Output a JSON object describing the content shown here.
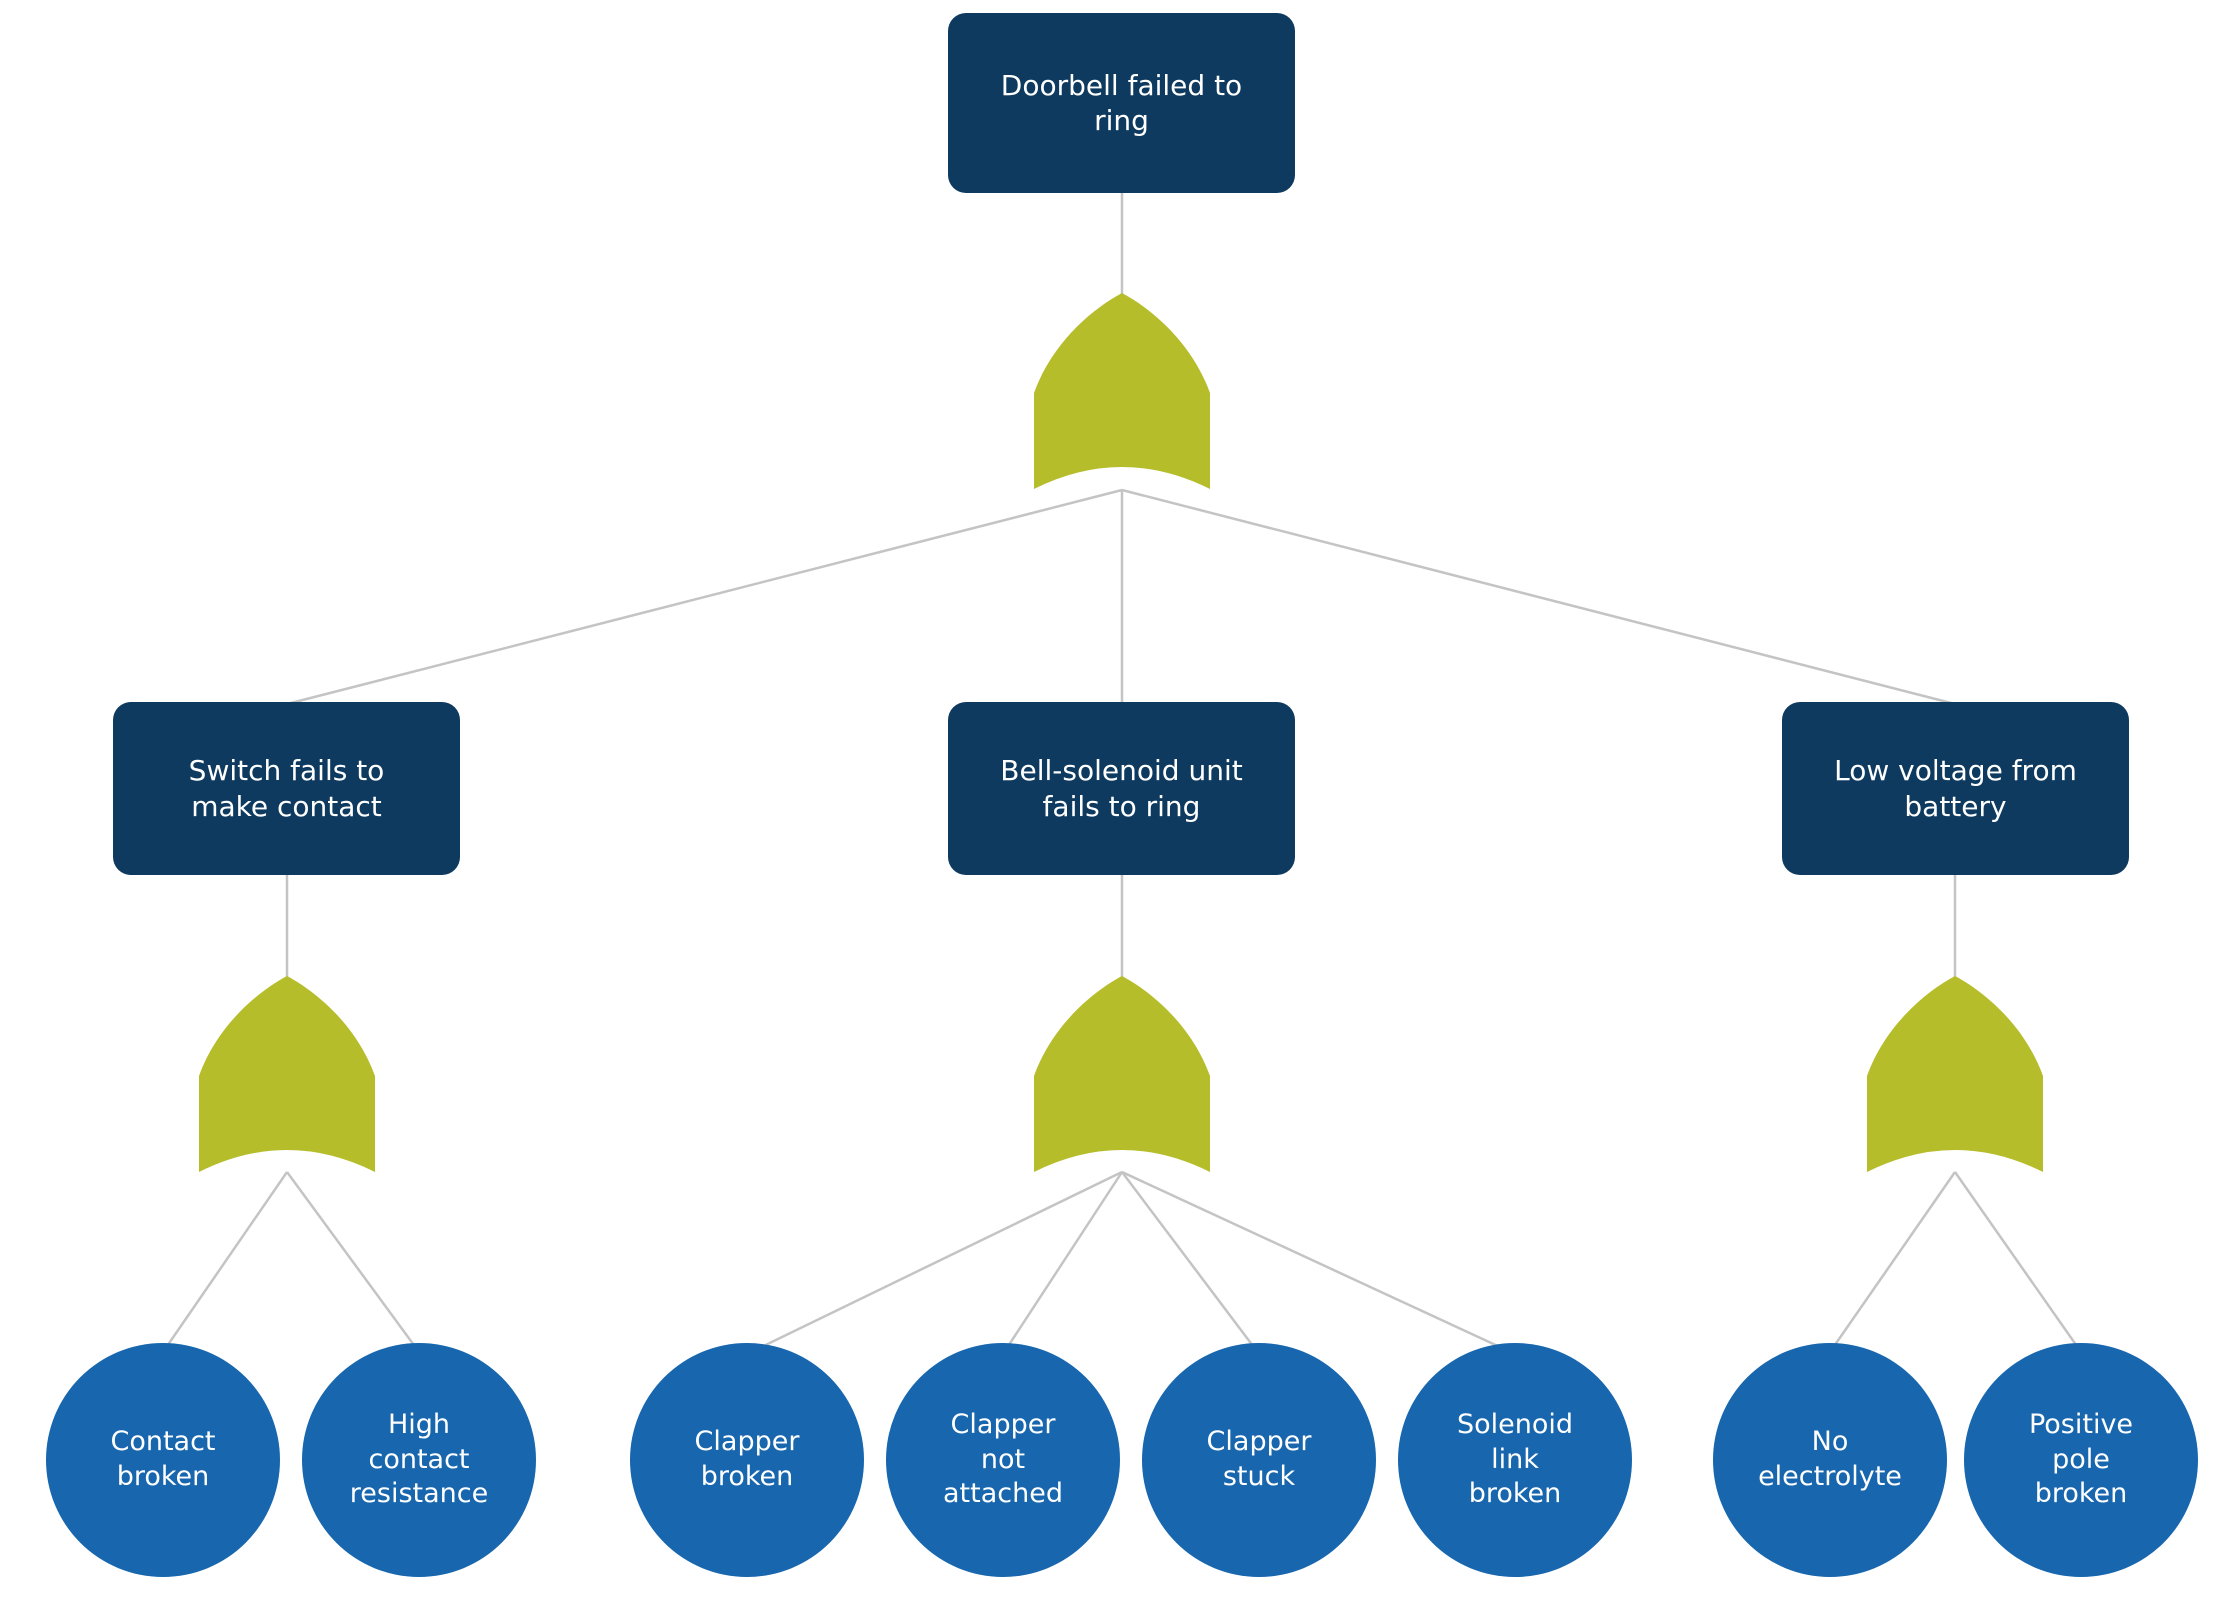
{
  "diagram": {
    "type": "fault-tree",
    "gate_type": "OR",
    "colors": {
      "event_box": "#0e3a5f",
      "basic_event": "#1766ae",
      "gate": "#b6bd2b",
      "connector": "#c4c4c4",
      "label_text": "#ffffff"
    },
    "root": {
      "label": "Doorbell failed to\nring"
    },
    "branches": [
      {
        "label": "Switch fails to\nmake contact",
        "causes": [
          {
            "label": "Contact\nbroken"
          },
          {
            "label": "High\ncontact\nresistance"
          }
        ]
      },
      {
        "label": "Bell-solenoid unit\nfails to ring",
        "causes": [
          {
            "label": "Clapper\nbroken"
          },
          {
            "label": "Clapper\nnot\nattached"
          },
          {
            "label": "Clapper\nstuck"
          },
          {
            "label": "Solenoid\nlink\nbroken"
          }
        ]
      },
      {
        "label": "Low voltage from\nbattery",
        "causes": [
          {
            "label": "No\nelectrolyte"
          },
          {
            "label": "Positive\npole\nbroken"
          }
        ]
      }
    ]
  }
}
